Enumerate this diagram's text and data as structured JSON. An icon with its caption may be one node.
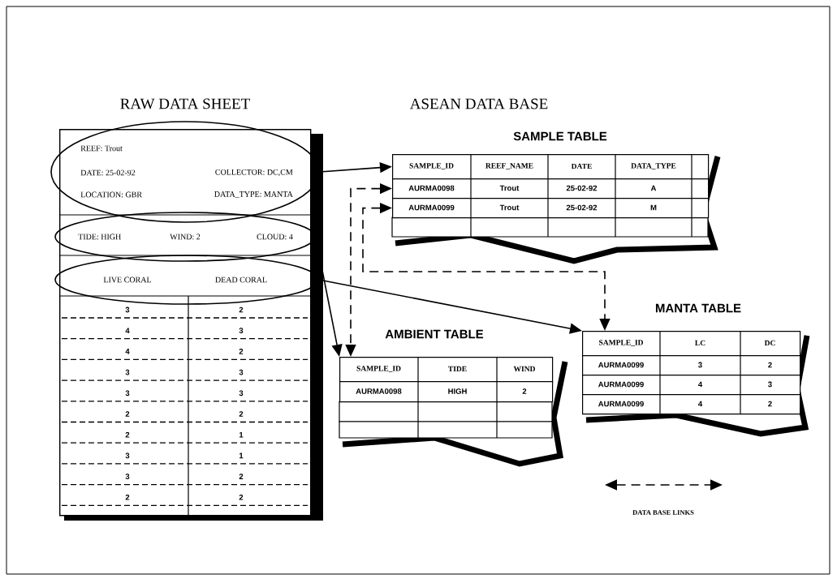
{
  "diagram": {
    "nodes": [
      {
        "text": [
          "RAW DATA SHEET"
        ]
      },
      {
        "text": [
          "REEF: Trout",
          "DATE: 25-02-92",
          "COLLECTOR: DC,CM",
          "LOCATION: GBR",
          "DATA_TYPE: MANTA"
        ],
        "in": 0
      },
      {
        "text": [
          "TIDE: HIGH",
          "WIND: 2",
          "CLOUD: 4"
        ],
        "in": 0
      },
      {
        "text": [
          "LIVE CORAL",
          "DEAD CORAL"
        ],
        "in": 0
      },
      {
        "text": [
          "SAMPLE TABLE"
        ]
      },
      {
        "text": [
          "SAMPLE_ID",
          "REEF_NAME",
          "DATE",
          "DATA_TYPE"
        ],
        "in": 4
      },
      {
        "text": [
          "AURMA0098",
          "Trout",
          "25-02-92",
          "A"
        ],
        "in": 4
      },
      {
        "text": [
          "AURMA0099",
          "Trout",
          "25-02-92",
          "M"
        ],
        "in": 4
      },
      {
        "text": [
          "AMBIENT TABLE"
        ]
      },
      {
        "text": [
          "SAMPLE_ID",
          "TIDE",
          "WIND"
        ],
        "in": 8
      },
      {
        "text": [
          "AURMA0098",
          "HIGH",
          "2"
        ],
        "in": 8
      },
      {
        "text": [
          "MANTA TABLE"
        ]
      },
      {
        "text": [
          "SAMPLE_ID",
          "LC",
          "DC"
        ],
        "in": 11
      },
      {
        "text": [
          "AURMA0099",
          "3",
          "2"
        ],
        "in": 11
      },
      {
        "text": [
          "AURMA0099",
          "4",
          "3"
        ],
        "in": 11
      },
      {
        "text": [
          "AURMA0099",
          "4",
          "2"
        ],
        "in": 11
      }
    ],
    "edges": [
      {
        "from": 1,
        "to": 5,
        "arrow": "to"
      },
      {
        "from": 2,
        "to": 8,
        "arrow": "to"
      },
      {
        "from": 3,
        "to": 11,
        "arrow": "to"
      },
      {
        "from": 6,
        "to": 9,
        "arrow": "both",
        "style": "dashed"
      },
      {
        "from": 7,
        "to": 12,
        "arrow": "both",
        "style": "dashed"
      }
    ],
    "labels": [
      "ASEAN DATA BASE",
      "3",
      "2",
      "4",
      "3",
      "4",
      "2",
      "3",
      "3",
      "3",
      "3",
      "2",
      "2",
      "2",
      "1",
      "3",
      "1",
      "3",
      "2",
      "2",
      "2"
    ],
    "legend": [
      {
        "text": "DATA BASE LINKS"
      }
    ]
  }
}
